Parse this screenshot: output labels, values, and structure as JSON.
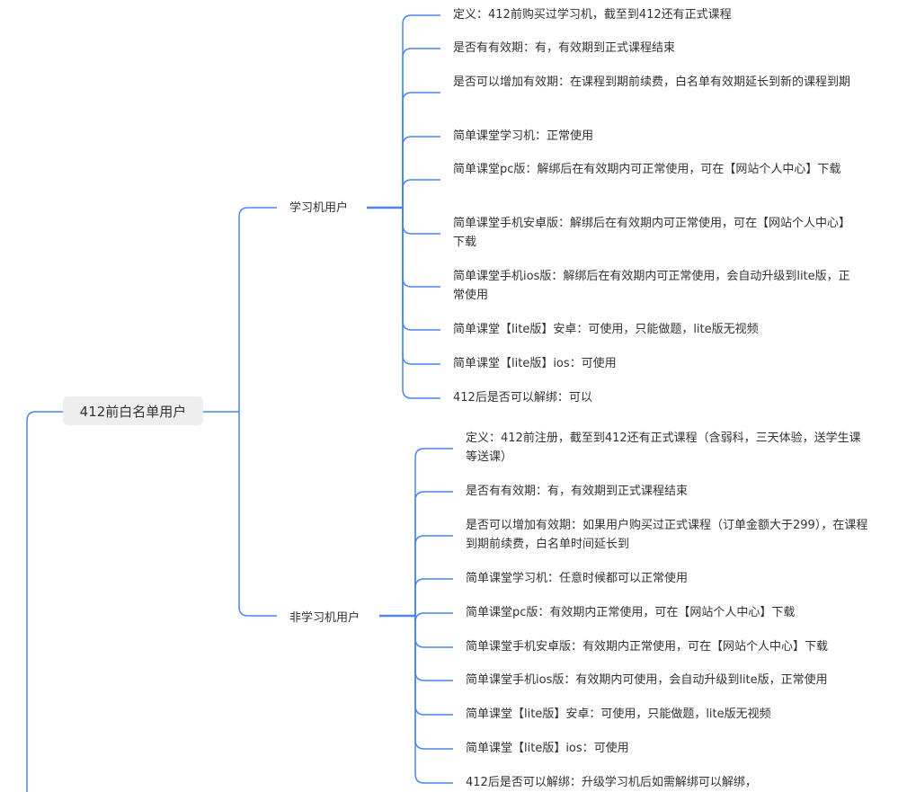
{
  "colors": {
    "line": "#4a86e8",
    "root_bg": "#eeeeee",
    "text": "#333333"
  },
  "root": {
    "label": "412前白名单用户"
  },
  "branches": [
    {
      "label": "学习机用户",
      "items": [
        "定义：412前购买过学习机，截至到412还有正式课程",
        "是否有有效期：有，有效期到正式课程结束",
        "是否可以增加有效期：在课程到期前续费，白名单有效期延长到新的课程到期",
        "简单课堂学习机：正常使用",
        "简单课堂pc版：解绑后在有效期内可正常使用，可在【网站个人中心】下载",
        "简单课堂手机安卓版：解绑后在有效期内可正常使用，可在【网站个人中心】下载",
        "简单课堂手机ios版：解绑后在有效期内可正常使用，会自动升级到lite版，正常使用",
        "简单课堂【lite版】安卓：可使用，只能做题，lite版无视频",
        "简单课堂【lite版】ios：可使用",
        "412后是否可以解绑：可以"
      ]
    },
    {
      "label": "非学习机用户",
      "items": [
        "定义：412前注册，截至到412还有正式课程（含弱科，三天体验，送学生课等送课）",
        "是否有有效期：有，有效期到正式课程结束",
        "是否可以增加有效期：如果用户购买过正式课程（订单金额大于299），在课程到期前续费，白名单时间延长到",
        "简单课堂学习机：任意时候都可以正常使用",
        "简单课堂pc版：有效期内正常使用，可在【网站个人中心】下载",
        "简单课堂手机安卓版：有效期内正常使用，可在【网站个人中心】下载",
        "简单课堂手机ios版：有效期内可使用，会自动升级到lite版，正常使用",
        "简单课堂【lite版】安卓：可使用，只能做题，lite版无视频",
        "简单课堂【lite版】ios：可使用",
        "412后是否可以解绑：升级学习机后如需解绑可以解绑，"
      ]
    }
  ]
}
